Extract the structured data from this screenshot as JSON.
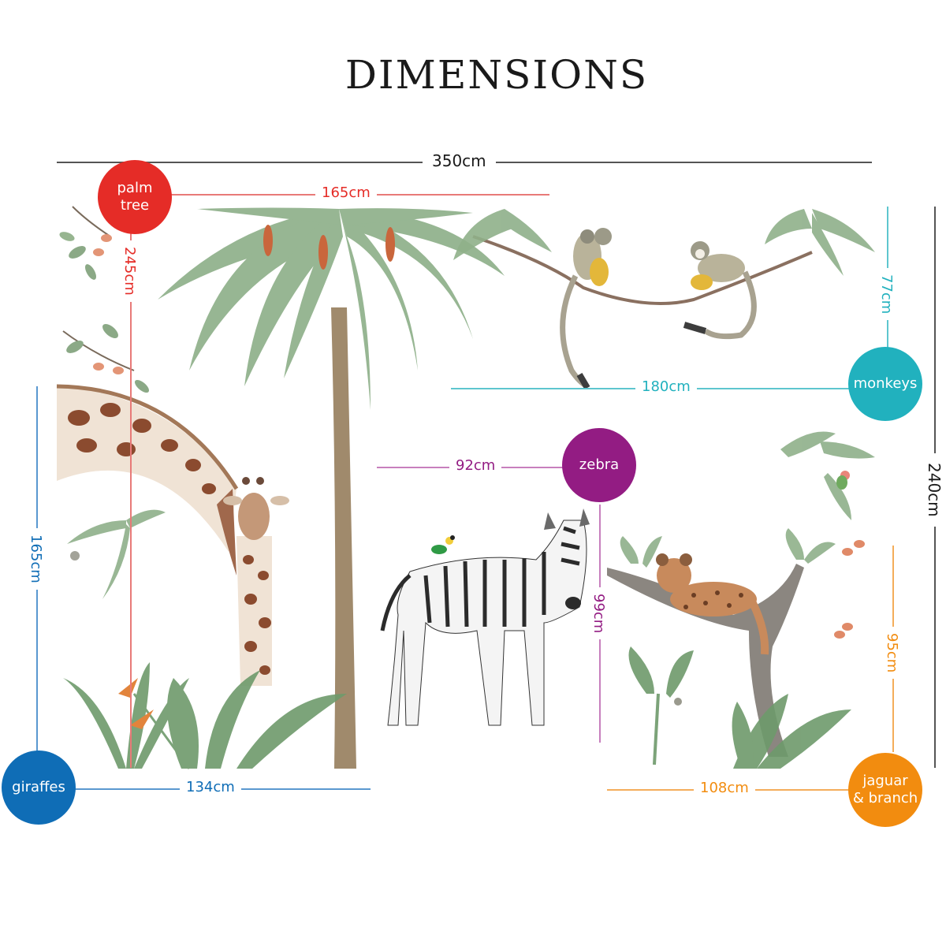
{
  "title": "DIMENSIONS",
  "overall": {
    "width_label": "350cm",
    "height_label": "240cm",
    "color": "#1a1a1a"
  },
  "pieces": [
    {
      "name": "palm tree",
      "label_line1": "palm",
      "label_line2": "tree",
      "width": "165cm",
      "height": "245cm",
      "color": "#e52c27"
    },
    {
      "name": "monkeys",
      "label_line1": "monkeys",
      "width": "180cm",
      "height": "77cm",
      "color": "#21b1be"
    },
    {
      "name": "zebra",
      "label_line1": "zebra",
      "width": "92cm",
      "height": "99cm",
      "color": "#931c83"
    },
    {
      "name": "giraffes",
      "label_line1": "giraffes",
      "width": "134cm",
      "height": "165cm",
      "color": "#0f6db6"
    },
    {
      "name": "jaguar & branch",
      "label_line1": "jaguar",
      "label_line2": "& branch",
      "width": "108cm",
      "height": "95cm",
      "color": "#f28c0f"
    }
  ],
  "illustrations": [
    {
      "name": "palm-tree-with-dates"
    },
    {
      "name": "squirrel-monkeys-on-vine"
    },
    {
      "name": "giraffe-mother-and-calf"
    },
    {
      "name": "baby-zebra-with-lovebird"
    },
    {
      "name": "jaguar-cub-on-branch"
    }
  ]
}
